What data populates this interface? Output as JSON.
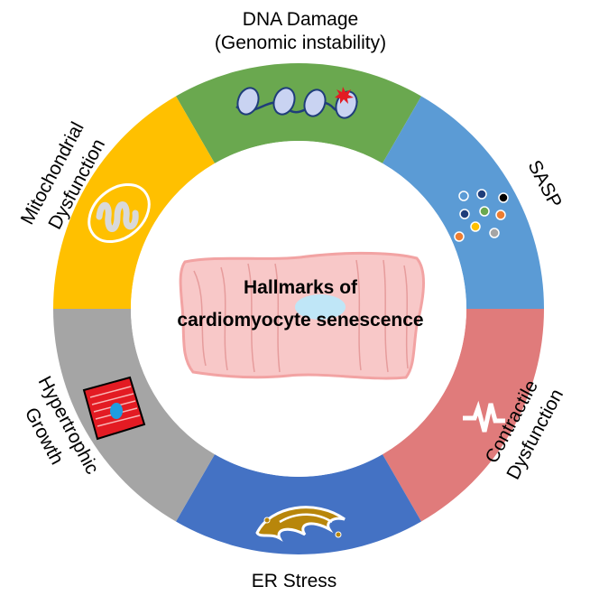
{
  "title": {
    "line1": "Hallmarks of",
    "line2": "cardiomyocyte senescence"
  },
  "segments": [
    {
      "id": "dna-damage",
      "label_lines": [
        "DNA Damage",
        "(Genomic instability)"
      ],
      "color": "#6aa84f",
      "icon": "nucleosome-chain-icon"
    },
    {
      "id": "sasp",
      "label_lines": [
        "SASP"
      ],
      "color": "#5b9bd5",
      "icon": "secreted-factors-icon"
    },
    {
      "id": "contractile-dysfunction",
      "label_lines": [
        "Contractile",
        "Dysfunction"
      ],
      "color": "#e07b7b",
      "icon": "sarcomere-spring-icon"
    },
    {
      "id": "er-stress",
      "label_lines": [
        "ER Stress"
      ],
      "color": "#4472c4",
      "icon": "endoplasmic-reticulum-icon"
    },
    {
      "id": "hypertrophic-growth",
      "label_lines": [
        "Hypertrophic",
        "Growth"
      ],
      "color": "#a5a5a5",
      "icon": "enlarged-cardiomyocyte-icon"
    },
    {
      "id": "mitochondrial-dysfunction",
      "label_lines": [
        "Mitochondrial",
        "Dysfunction"
      ],
      "color": "#ffc000",
      "icon": "mitochondrion-icon"
    }
  ],
  "center_icon": "cardiomyocyte-icon"
}
